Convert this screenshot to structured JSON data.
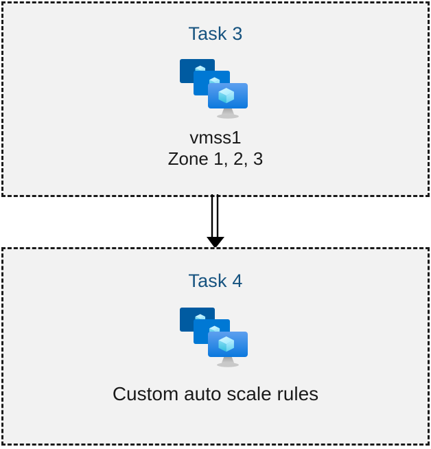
{
  "diagram": {
    "type": "flow",
    "background_color": "#ffffff",
    "box_fill_color": "#f2f2f2",
    "box_border_color": "#1a1a1a",
    "box_border_style": "dashed",
    "title_color": "#15527f",
    "caption_color": "#1a1a1a",
    "nodes": [
      {
        "id": "task3",
        "title": "Task 3",
        "icon": "vm-scale-set-icon",
        "caption": "vmss1\nZone 1, 2, 3",
        "caption_lines": [
          "vmss1",
          "Zone 1, 2, 3"
        ]
      },
      {
        "id": "task4",
        "title": "Task 4",
        "icon": "vm-scale-set-icon",
        "caption": "Custom auto scale rules",
        "caption_lines": [
          "Custom auto scale rules"
        ]
      }
    ],
    "connectors": [
      {
        "id": "task3-to-task4",
        "from": "task3",
        "to": "task4",
        "style": "double-line",
        "arrowhead": "solid-triangle",
        "color": "#000000",
        "direction": "down"
      }
    ]
  },
  "icon": {
    "name": "vm-scale-set-icon",
    "description": "Three stacked monitors with cube glyphs",
    "colors": {
      "back_monitor": "#005BA1",
      "mid_monitor": "#0078D4",
      "front_monitor_top": "#5EA0EF",
      "front_monitor_bottom": "#0B78DD",
      "cube_light": "#C3F1FF",
      "cube_mid": "#9CEBFF",
      "cube_dark": "#32BEDD",
      "stand": "#B3B3B3"
    }
  }
}
